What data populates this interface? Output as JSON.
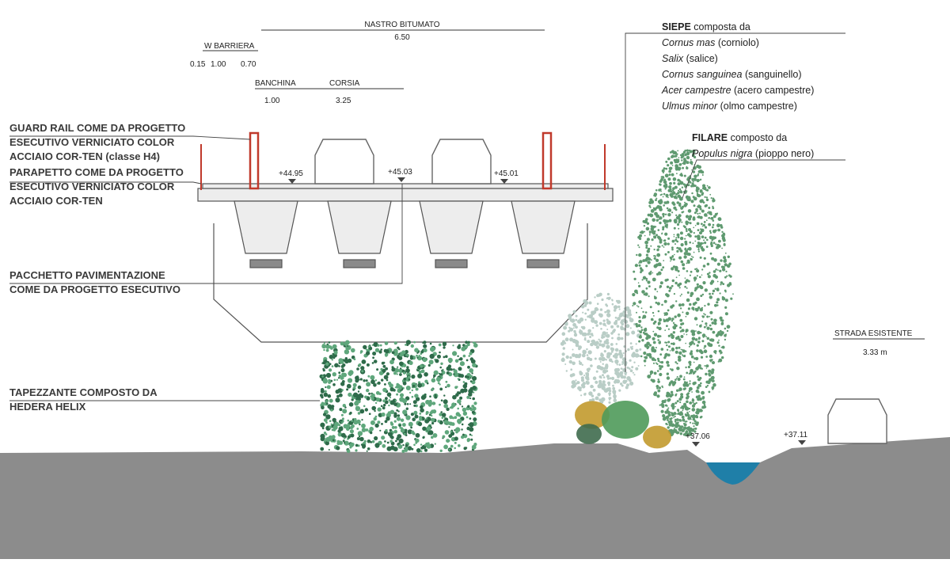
{
  "colors": {
    "ground": "#8c8c8c",
    "structure_stroke": "#555555",
    "structure_fill": "#ededed",
    "guardrail": "#c0392b",
    "water": "#1f7fa8",
    "ivy_dark": "#2e6b4a",
    "ivy_light": "#5fa77c",
    "poplar": "#5f9a70",
    "tree_pale": "#b9cdc6",
    "shrub_ochre": "#c29a2e",
    "shrub_green": "#4f9a5a"
  },
  "dimensions": {
    "nastro_label": "NASTRO BITUMATO",
    "nastro_value": "6.50",
    "barriera_label": "W BARRIERA",
    "barriera_values": [
      "0.15",
      "1.00",
      "0.70"
    ],
    "banchina_label": "BANCHINA",
    "banchina_value": "1.00",
    "corsia_label": "CORSIA",
    "corsia_value": "3.25",
    "strada_label": "STRADA ESISTENTE",
    "strada_value": "3.33 m"
  },
  "levels": {
    "deck_left": "+44.95",
    "deck_center": "+45.03",
    "deck_right": "+45.01",
    "ground_a": "+37.06",
    "ground_b": "+37.11"
  },
  "labels": {
    "guard_rail": [
      "GUARD RAIL COME DA PROGETTO",
      "ESECUTIVO VERNICIATO COLOR",
      "ACCIAIO COR-TEN (classe H4)"
    ],
    "parapetto": [
      "PARAPETTO COME DA PROGETTO",
      "ESECUTIVO VERNICIATO COLOR",
      "ACCIAIO COR-TEN"
    ],
    "pacchetto": [
      "PACCHETTO PAVIMENTAZIONE",
      "COME DA PROGETTO ESECUTIVO"
    ],
    "tapezzante": [
      "TAPEZZANTE COMPOSTO DA",
      "HEDERA HELIX"
    ]
  },
  "siepe": {
    "head_bold": "SIEPE",
    "head_rest": " composta da",
    "species": [
      {
        "latin": "Cornus mas",
        "common": " (corniolo)"
      },
      {
        "latin": "Salix",
        "common": " (salice)"
      },
      {
        "latin": "Cornus sanguinea",
        "common": " (sanguinello)"
      },
      {
        "latin": "Acer campestre",
        "common": " (acero campestre)"
      },
      {
        "latin": "Ulmus minor",
        "common": " (olmo campestre)"
      }
    ]
  },
  "filare": {
    "head_bold": "FILARE",
    "head_rest": " composto da",
    "species": [
      {
        "latin": "Populus nigra",
        "common": " (pioppo nero)"
      }
    ]
  },
  "icons": [
    "car-icon",
    "guardrail-icon",
    "level-marker-icon",
    "tree-icon",
    "ivy-icon"
  ]
}
